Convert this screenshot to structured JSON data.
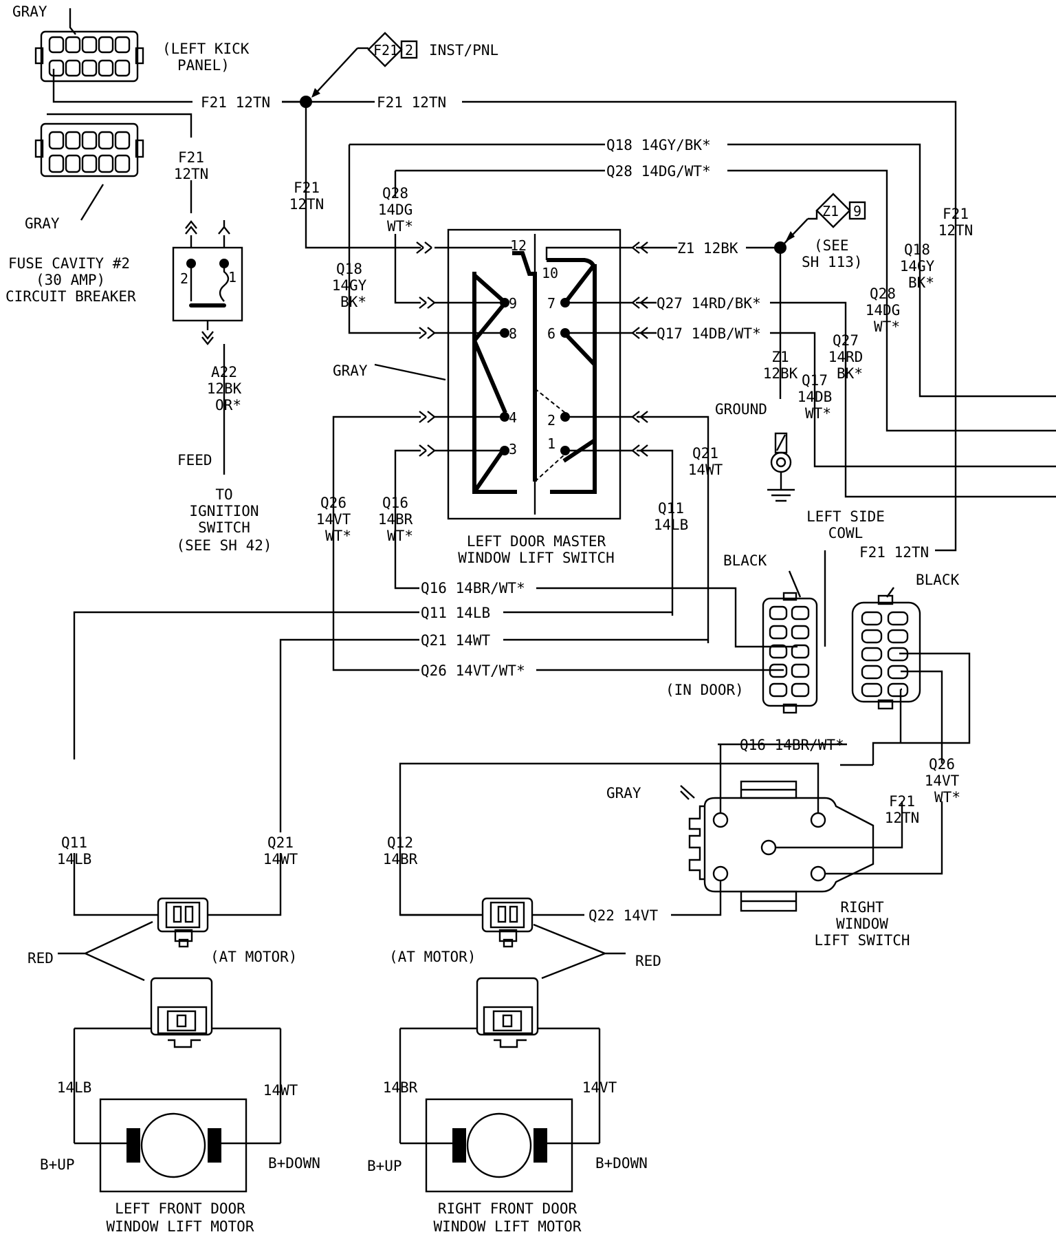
{
  "labels": {
    "gray_top": "GRAY",
    "left_kick_1": "(LEFT KICK",
    "left_kick_2": "PANEL)",
    "gray_mid": "GRAY",
    "fuse_1": "FUSE CAVITY #2",
    "fuse_2": "(30 AMP)",
    "fuse_3": "CIRCUIT BREAKER",
    "f21_top_left": "F21 12TN",
    "f21_top_right": "F21 12TN",
    "f21_diamond": "F21",
    "f21_diamond_num": "2",
    "inst_pnl": "INST/PNL",
    "f21_v1": "F21",
    "f21_v1b": "12TN",
    "f21_v2": "F21",
    "f21_v2b": "12TN",
    "q18_top": "Q18 14GY/BK*",
    "q28_top": "Q28 14DG/WT*",
    "q28_v1": "Q28",
    "q28_v2": "14DG",
    "q28_v3": "WT*",
    "q18_v1": "Q18",
    "q18_v2": "14GY",
    "q18_v3": "BK*",
    "a22_1": "A22",
    "a22_2": "12BK",
    "a22_3": "OR*",
    "feed": "FEED",
    "to_ign_1": "TO",
    "to_ign_2": "IGNITION",
    "to_ign_3": "SWITCH",
    "to_ign_4": "(SEE SH 42)",
    "gray_switch": "GRAY",
    "z1_12bk": "Z1 12BK",
    "z1_diamond": "Z1",
    "z1_diamond_num": "9",
    "see_sh113_1": "(SEE",
    "see_sh113_2": "SH 113)",
    "q27_h": "Q27 14RD/BK*",
    "q17_h": "Q17 14DB/WT*",
    "z1_v1": "Z1",
    "z1_v2": "12BK",
    "ground": "GROUND",
    "left_cowl_1": "LEFT SIDE",
    "left_cowl_2": "COWL",
    "q17_v1": "Q17",
    "q17_v2": "14DB",
    "q17_v3": "WT*",
    "q27_v1": "Q27",
    "q27_v2": "14RD",
    "q27_v3": "BK*",
    "q28_r1": "Q28",
    "q28_r2": "14DG",
    "q28_r3": "WT*",
    "q18_r1": "Q18",
    "q18_r2": "14GY",
    "q18_r3": "BK*",
    "f21_r1": "F21",
    "f21_r2": "12TN",
    "q21_v1": "Q21",
    "q21_v2": "14WT",
    "q11_v1": "Q11",
    "q11_v2": "14LB",
    "q26_v1": "Q26",
    "q26_v2": "14VT",
    "q26_v3": "WT*",
    "q16_v1": "Q16",
    "q16_v2": "14BR",
    "q16_v3": "WT*",
    "master_1": "LEFT DOOR MASTER",
    "master_2": "WINDOW LIFT SWITCH",
    "q16_h": "Q16 14BR/WT*",
    "q11_h": "Q11 14LB",
    "q21_h": "Q21 14WT",
    "q26_h": "Q26 14VT/WT*",
    "black_1": "BLACK",
    "black_2": "BLACK",
    "f21_door": "F21 12TN",
    "in_door": "(IN DOOR)",
    "q16_rs": "Q16 14BR/WT*",
    "q26_rs1": "Q26",
    "q26_rs2": "14VT",
    "q26_rs3": "WT*",
    "f21_rs1": "F21",
    "f21_rs2": "12TN",
    "gray_rs": "GRAY",
    "right_sw_1": "RIGHT",
    "right_sw_2": "WINDOW",
    "right_sw_3": "LIFT SWITCH",
    "q12_1": "Q12",
    "q12_2": "14BR",
    "q22_h": "Q22 14VT",
    "q11_lm1": "Q11",
    "q11_lm2": "14LB",
    "q21_lm1": "Q21",
    "q21_lm2": "14WT",
    "at_motor_l": "(AT MOTOR)",
    "at_motor_r": "(AT MOTOR)",
    "red_l": "RED",
    "red_r": "RED",
    "lb_14": "14LB",
    "wt_14": "14WT",
    "br_14": "14BR",
    "vt_14": "14VT",
    "bup_l": "B+UP",
    "bdown_l": "B+DOWN",
    "bup_r": "B+UP",
    "bdown_r": "B+DOWN",
    "lmotor_1": "LEFT FRONT DOOR",
    "lmotor_2": "WINDOW LIFT MOTOR",
    "rmotor_1": "RIGHT FRONT DOOR",
    "rmotor_2": "WINDOW LIFT MOTOR",
    "pin12": "12",
    "pin10": "10",
    "pin9": "9",
    "pin7": "7",
    "pin8": "8",
    "pin6": "6",
    "pin4": "4",
    "pin2": "2",
    "pin3": "3",
    "pin1": "1",
    "cb2": "2",
    "cb1": "1"
  }
}
